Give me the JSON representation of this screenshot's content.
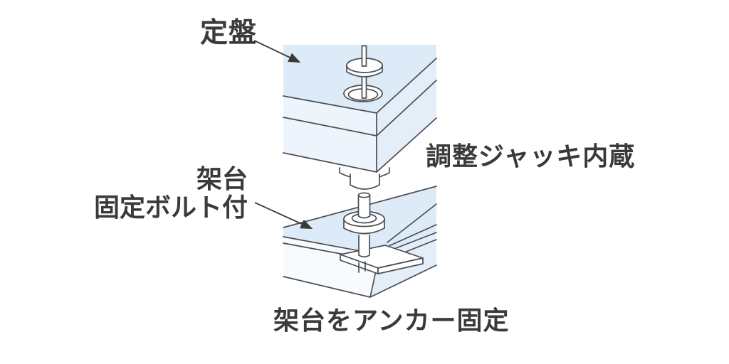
{
  "labels": {
    "surface_plate": "定盤",
    "jack_note": "調整ジャッキ内蔵",
    "frame_line1": "架台",
    "frame_line2": "固定ボルト付",
    "anchor_note": "架台をアンカー固定"
  },
  "colors": {
    "background": "#ffffff",
    "face_top": "#dcebf7",
    "face_left_light": "#edf4fb",
    "face_right_mid": "#e4eef9",
    "face_white": "#f8fbfe",
    "part_white": "#ffffff",
    "line": "#4a4e53",
    "text": "#3a3a3a"
  }
}
